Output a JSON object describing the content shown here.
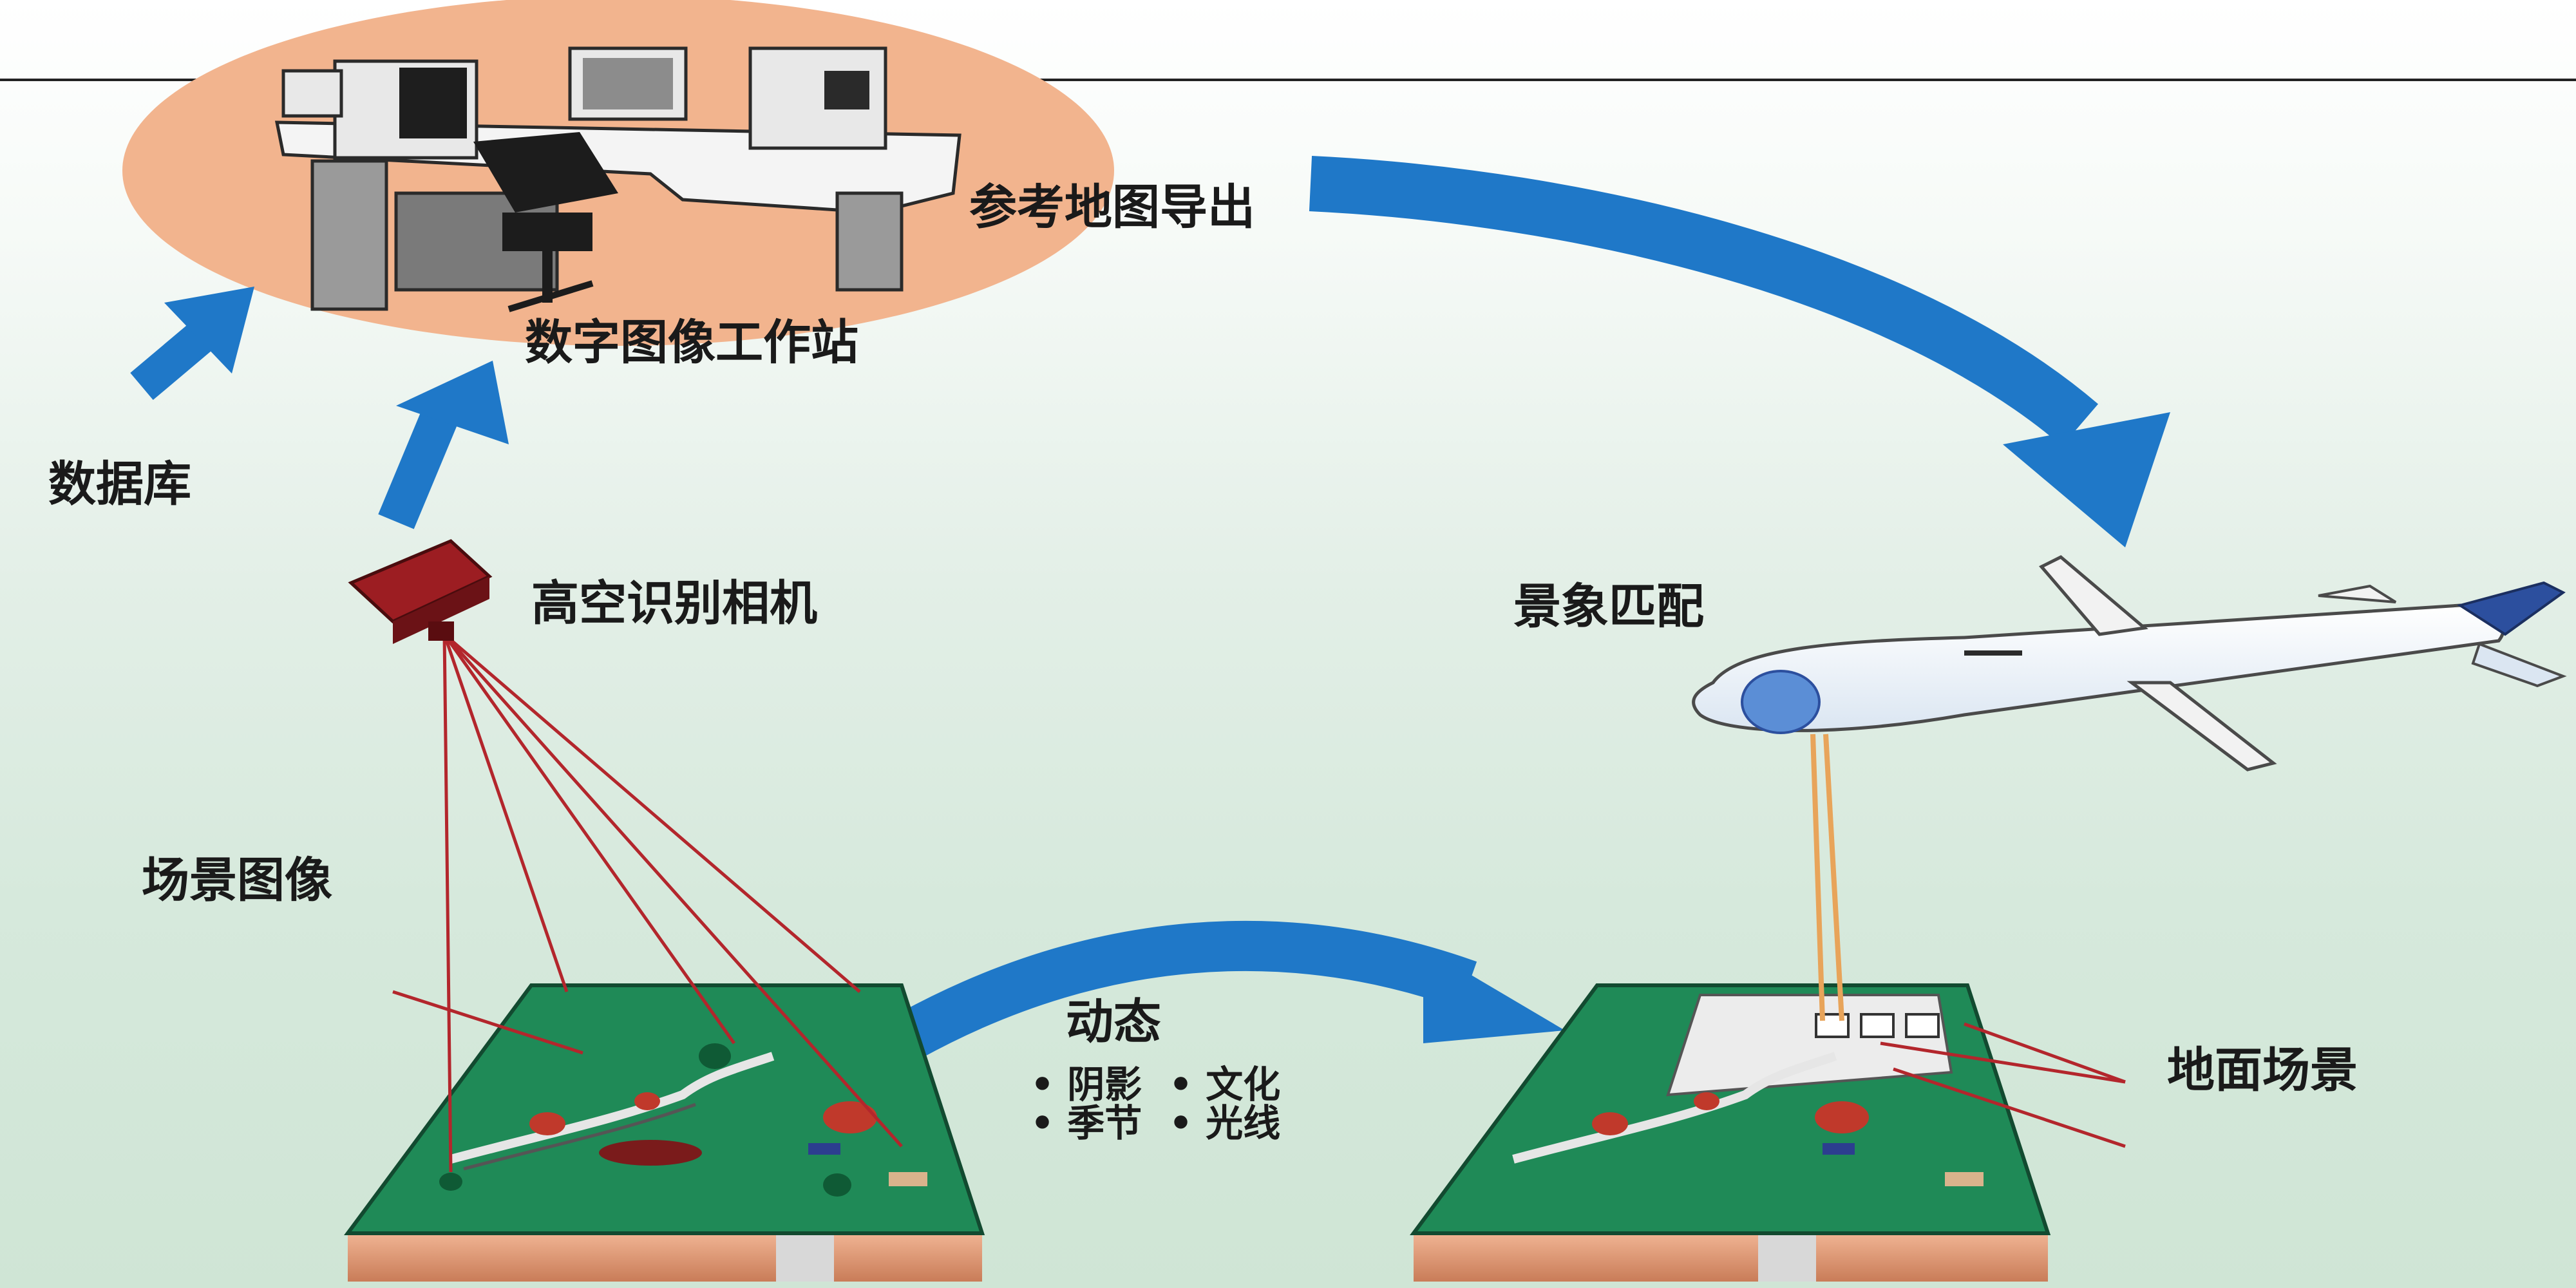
{
  "labels": {
    "workstation": "数字图像工作站",
    "export": "参考地图导出",
    "database": "数据库",
    "camera": "高空识别相机",
    "matching": "景象匹配",
    "scene_image": "场景图像",
    "dynamic": "动态",
    "shadow": "• 阴影",
    "season": "• 季节",
    "culture": "• 文化",
    "light": "• 光线",
    "ground": "地面场景"
  },
  "colors": {
    "arrow": "#1f78c8",
    "platform": "#1f8a57",
    "blob": "#f2b48e",
    "beam_red": "#b3262c",
    "beam_orange": "#e8a45a",
    "camera": "#9c1d22"
  },
  "icons": [
    "workstation-icon",
    "camera-icon",
    "airplane-icon",
    "terrain-icon"
  ]
}
